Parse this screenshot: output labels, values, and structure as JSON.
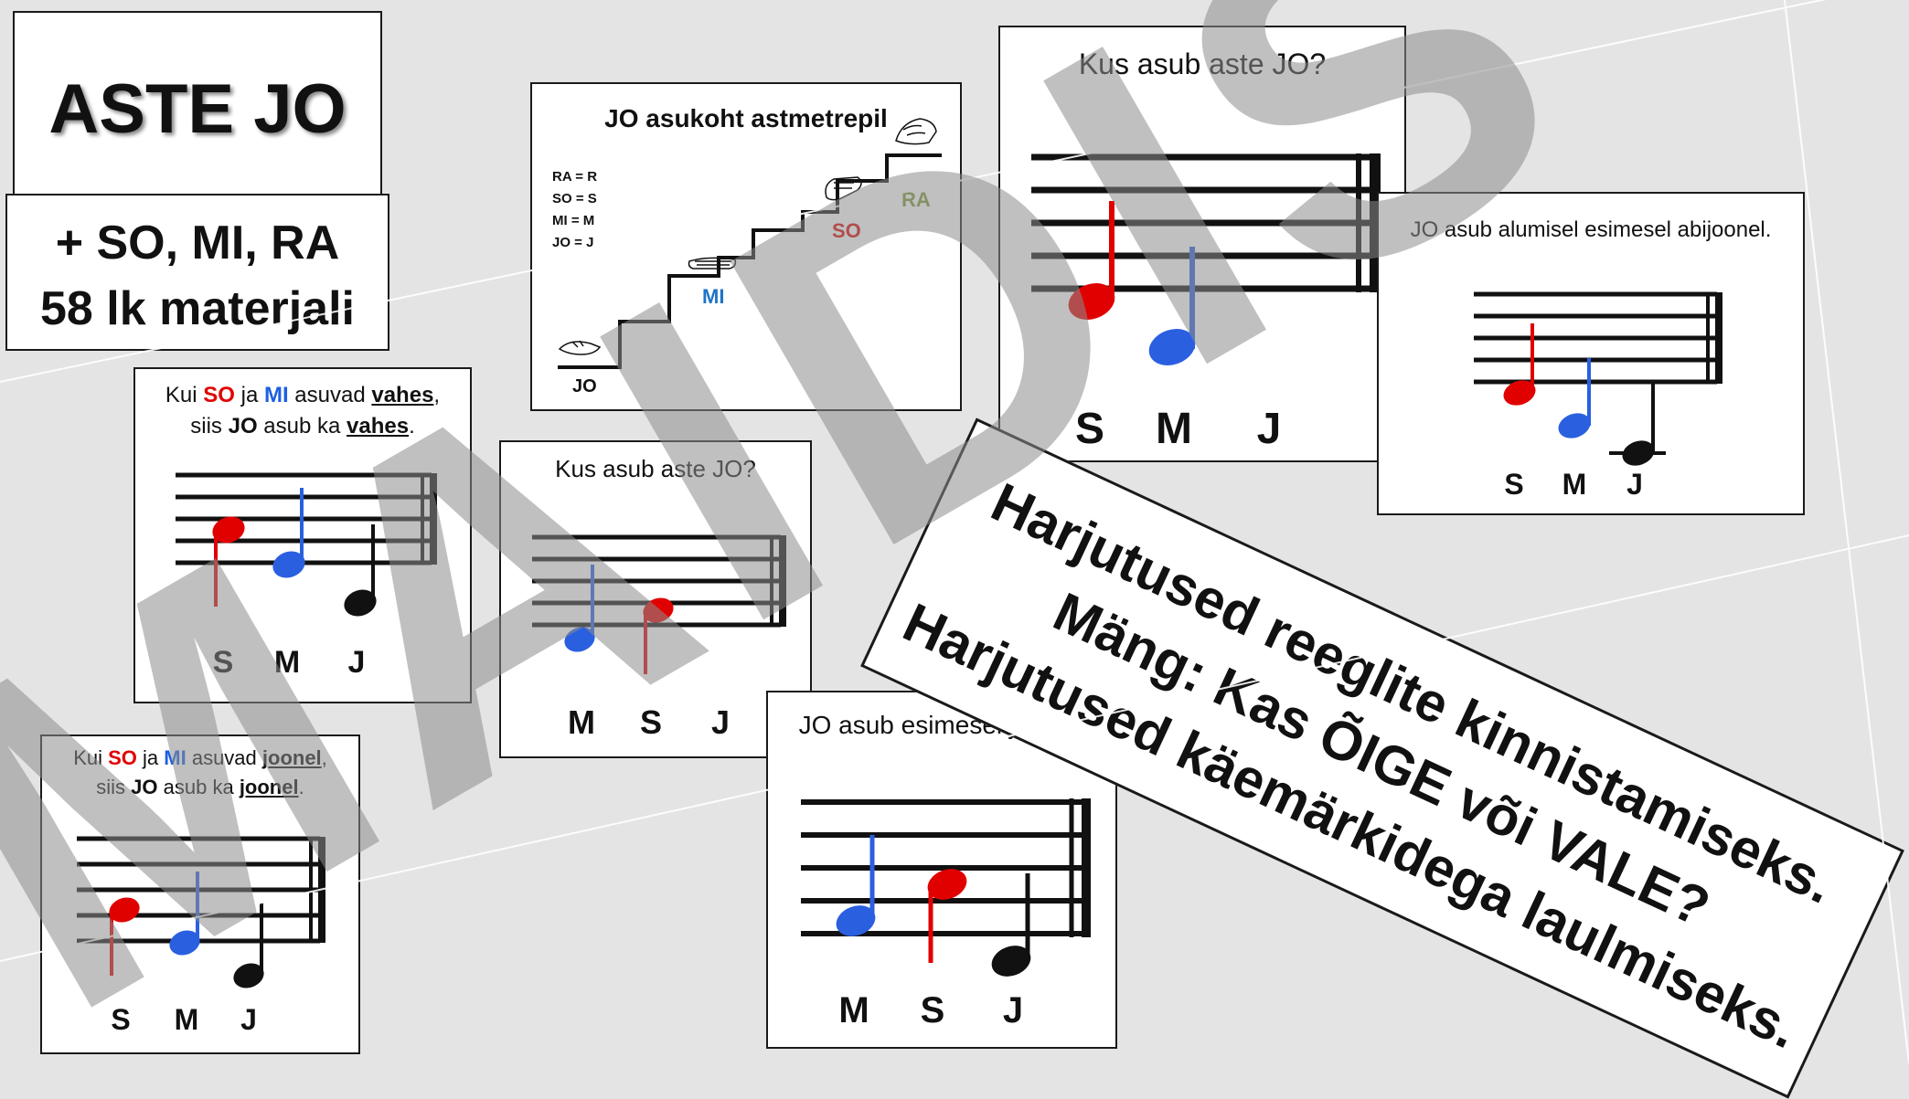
{
  "title_card": {
    "text": "ASTE JO"
  },
  "subtitle_card": {
    "line1": "+ SO, MI, RA",
    "line2": "58 lk materjali"
  },
  "ladder_card": {
    "title": "JO asukoht astmetrepil",
    "legend": [
      "RA = R",
      "SO = S",
      "MI = M",
      "JO = J"
    ],
    "steps": {
      "jo": "JO",
      "mi": "MI",
      "so": "SO",
      "ra": "RA"
    },
    "colors": {
      "mi": "#1e73c8",
      "so": "#e00000",
      "ra": "#7a9a3a"
    }
  },
  "card_between": {
    "rule_line1": {
      "pre": "Kui ",
      "so": "SO",
      "mid": " ja ",
      "mi": "MI",
      "mid2": " asuvad ",
      "em": "vahes",
      "post": ","
    },
    "rule_line2": {
      "pre": "siis ",
      "jo": "JO",
      "mid": " asub ka ",
      "em": "vahes",
      "post": "."
    },
    "labels": [
      "S",
      "M",
      "J"
    ]
  },
  "card_on_line": {
    "rule_line1": {
      "pre": "Kui ",
      "so": "SO",
      "mid": " ja ",
      "mi": "MI",
      "mid2": " asuvad ",
      "em": "joonel",
      "post": ","
    },
    "rule_line2": {
      "pre": "siis ",
      "jo": "JO",
      "mid": " asub ka ",
      "em": "joonel",
      "post": "."
    },
    "labels": [
      "S",
      "M",
      "J"
    ]
  },
  "card_question_small": {
    "question": "Kus asub aste JO?",
    "labels": [
      "M",
      "S",
      "J"
    ]
  },
  "card_question_big": {
    "question": "Kus asub aste JO?",
    "labels": [
      "S",
      "M",
      "J"
    ]
  },
  "card_ledger": {
    "caption": "JO asub alumisel esimesel abijoonel.",
    "labels": [
      "S",
      "M",
      "J"
    ]
  },
  "card_first_line": {
    "caption": "JO asub esimesel joonel.",
    "labels": [
      "M",
      "S",
      "J"
    ]
  },
  "banner": {
    "line1": "Harjutused reeglite kinnistamiseks.",
    "line2": "Mäng: Kas ÕIGE või VALE?",
    "line3": "Harjutused käemärkidega laulmiseks."
  },
  "watermark": {
    "text": "MAIDIS"
  },
  "colors": {
    "so": "#e00000",
    "mi": "#1e5fe0",
    "jo": "#000000",
    "background": "#e4e4e4"
  }
}
